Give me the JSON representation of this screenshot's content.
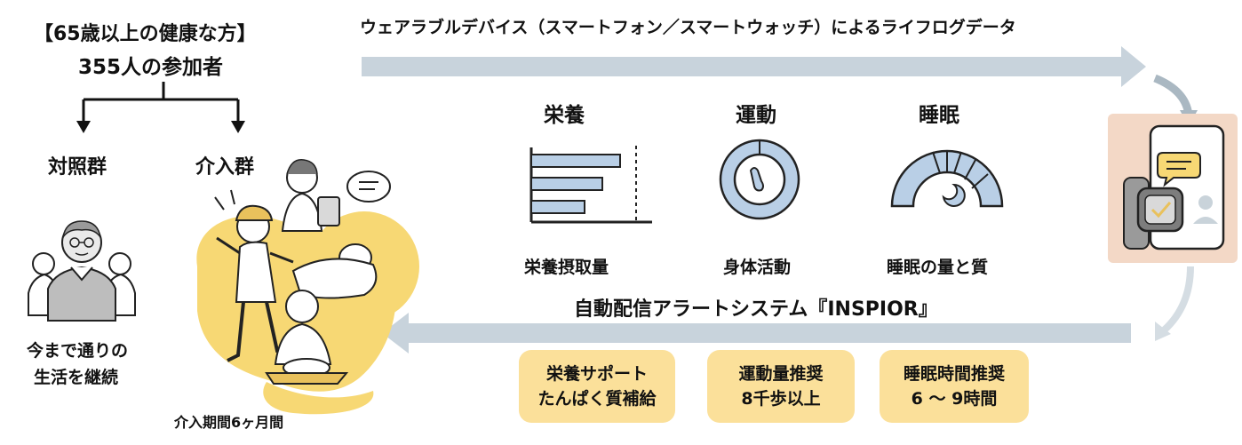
{
  "participants": {
    "condition": "【65歳以上の健康な方】",
    "count": "355人の参加者"
  },
  "groups": {
    "control": {
      "label": "対照群",
      "desc_line1": "今まで通りの",
      "desc_line2": "生活を継続"
    },
    "intervention": {
      "label": "介入群",
      "period": "介入期間6ヶ月間"
    }
  },
  "lifelog": {
    "title": "ウェアラブルデバイス（スマートフォン／スマートウォッチ）によるライフログデータ"
  },
  "metrics": [
    {
      "heading": "栄養",
      "caption": "栄養摂取量",
      "icon": "bar-chart-icon"
    },
    {
      "heading": "運動",
      "caption": "身体活動",
      "icon": "donut-chart-icon"
    },
    {
      "heading": "睡眠",
      "caption": "睡眠の量と質",
      "icon": "sleep-gauge-icon"
    }
  ],
  "alert_system": {
    "title": "自動配信アラートシステム『INSPIOR』"
  },
  "recommendations": [
    {
      "line1": "栄養サポート",
      "line2": "たんぱく質補給"
    },
    {
      "line1": "運動量推奨",
      "line2": "8千歩以上"
    },
    {
      "line1": "睡眠時間推奨",
      "line2": "6 ～ 9時間"
    }
  ],
  "colors": {
    "arrow": "#c8d3dc",
    "highlight": "#fbe09a",
    "blob": "#f7d874",
    "icon_fill": "#b9cfe6",
    "device_bg": "#f3d8c6"
  }
}
